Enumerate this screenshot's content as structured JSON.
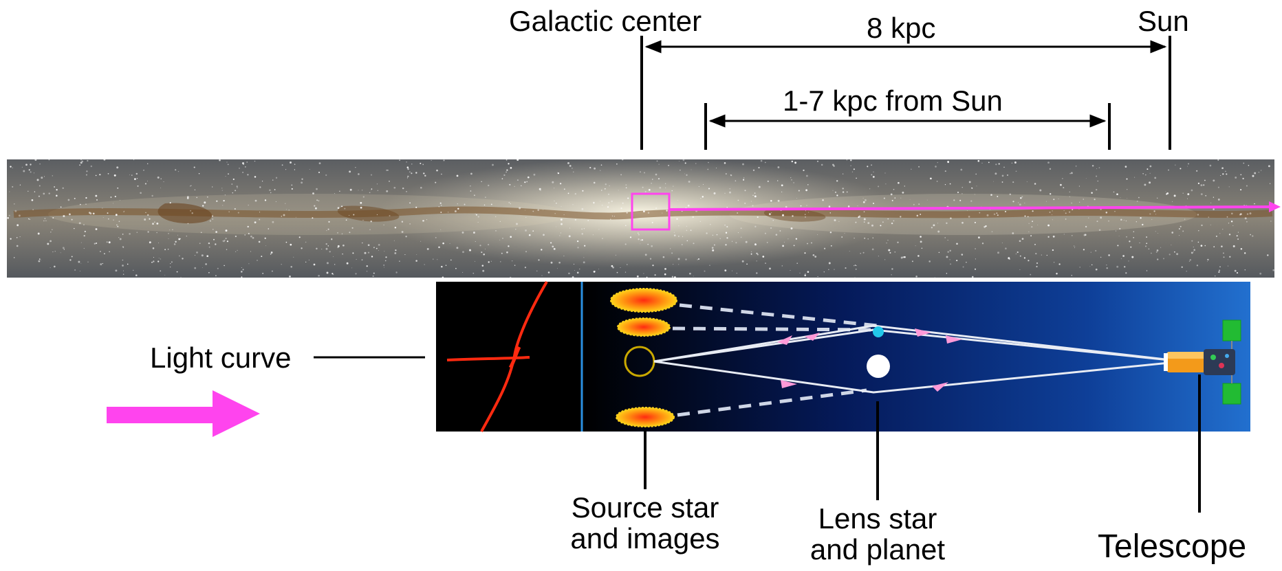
{
  "labels": {
    "galactic_center": "Galactic center",
    "distance_gc_sun": "8 kpc",
    "sun": "Sun",
    "lens_range": "1-7 kpc from Sun",
    "light_curve": "Light curve",
    "source": "Source star\nand images",
    "lens": "Lens star\nand planet",
    "telescope": "Telescope"
  },
  "colors": {
    "highlight_magenta": "#ff44ee",
    "light_curve_red": "#ff2a10",
    "panel_blue_dark": "#02103a",
    "panel_blue_light": "#1f6fd0",
    "divider_blue": "#2a8fe0",
    "planet_cyan": "#22c8e8",
    "ray_arrow_pink": "#ff9ad8",
    "satellite_green": "#22bb33"
  },
  "icons": {
    "source_images": "sunburst-blob-icon",
    "telescope": "satellite-telescope-icon",
    "direction": "arrow-right-icon"
  }
}
